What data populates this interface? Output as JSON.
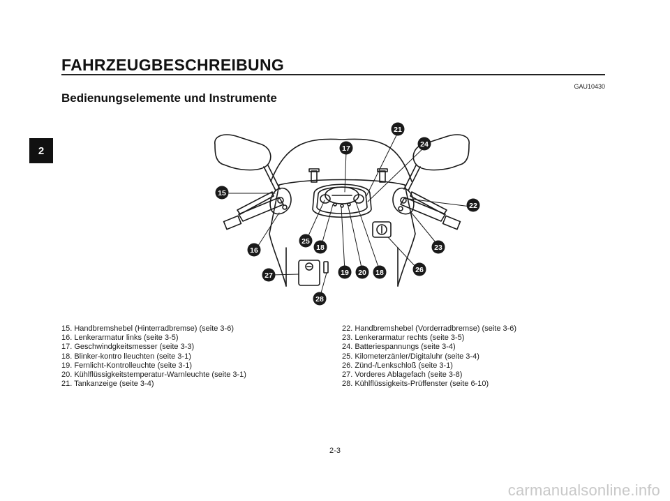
{
  "side_tab": "2",
  "chapter_title": "FAHRZEUGBESCHREIBUNG",
  "doc_code": "GAU10430",
  "section_title": "Bedienungselemente und Instrumente",
  "callouts": [
    "21",
    "17",
    "24",
    "15",
    "22",
    "25",
    "18",
    "16",
    "23",
    "27",
    "19",
    "20",
    "18",
    "26",
    "28"
  ],
  "legend_left": [
    "15. Handbremshebel (Hinterradbremse) (seite 3-6)",
    "16. Lenkerarmatur links (seite 3-5)",
    "17. Geschwindgkeitsmesser (seite 3-3)",
    "18. Blinker-kontro lleuchten (seite 3-1)",
    "19. Fernlicht-Kontrolleuchte (seite 3-1)",
    "20. Kühlflüssigkeitstemperatur-Warnleuchte (seite 3-1)",
    "21. Tankanzeige (seite 3-4)"
  ],
  "legend_right": [
    "22. Handbremshebel (Vorderradbremse) (seite 3-6)",
    "23. Lenkerarmatur rechts (seite 3-5)",
    "24. Batteriespannungs (seite 3-4)",
    "25. Kilometerzänler/Digitaluhr (seite 3-4)",
    "26. Zünd-/Lenkschloß (seite 3-1)",
    "27. Vorderes Ablagefach (seite 3-8)",
    "28. Kühlflüssigkeits-Prüffenster (seite 6-10)"
  ],
  "page_number": "2-3",
  "watermark": "carmanualsonline.info"
}
